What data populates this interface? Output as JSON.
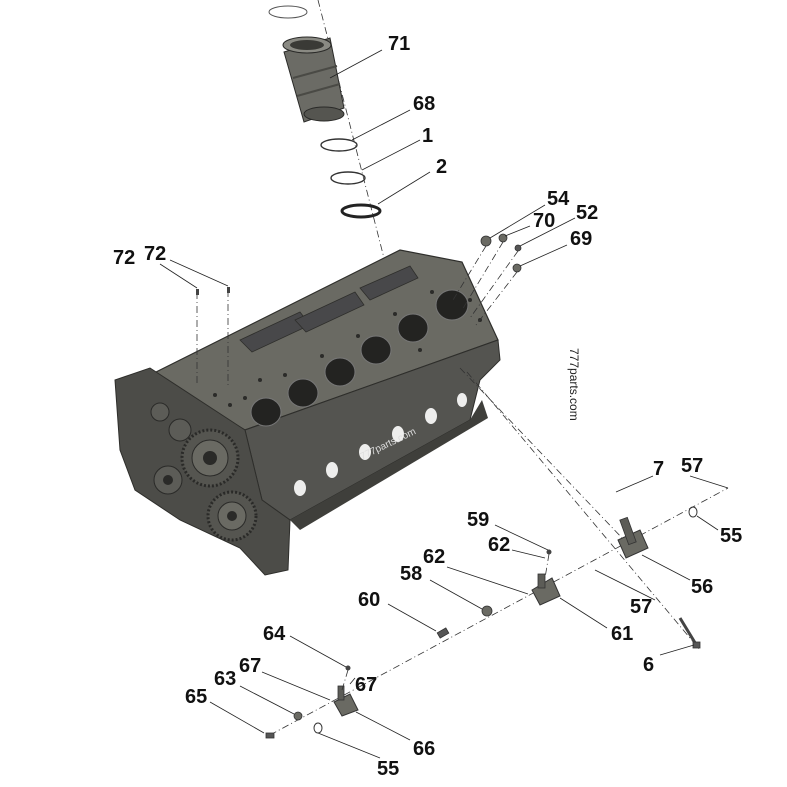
{
  "callouts": [
    "71",
    "68",
    "1",
    "2",
    "54",
    "70",
    "52",
    "69",
    "72",
    "72",
    "7",
    "57",
    "55",
    "59",
    "62",
    "62",
    "58",
    "60",
    "56",
    "57",
    "61",
    "6",
    "64",
    "67",
    "63",
    "67",
    "65",
    "66",
    "55"
  ],
  "watermarks": [
    "777parts.com",
    "777parts.com"
  ],
  "colors": {
    "block": "#5b5b55",
    "block_dark": "#3c3c38",
    "block_light": "#7a7a73",
    "bore": "#232321"
  }
}
